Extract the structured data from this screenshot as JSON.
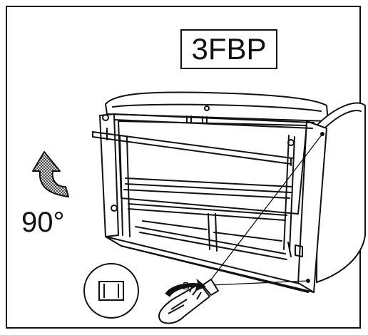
{
  "diagram": {
    "model_code": "3FBP",
    "rotation_text": "90°",
    "tool_label": "B",
    "symbol_text": "|0|",
    "colors": {
      "ink": "#111111",
      "paper": "#ffffff",
      "arrow_fill": "#9a9a9a"
    },
    "icons": [
      "rotate-arrow-icon",
      "screw-head-symbol-icon",
      "screwdriver-icon"
    ]
  }
}
